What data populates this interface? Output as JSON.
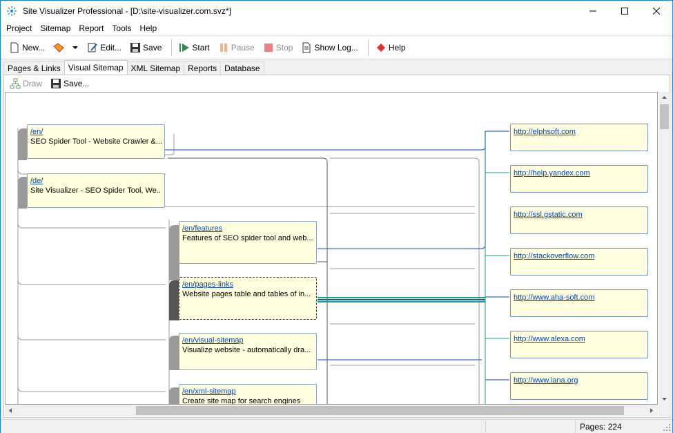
{
  "window": {
    "title": "Site Visualizer Professional - [D:\\site-visualizer.com.svz*]"
  },
  "menu": [
    "Project",
    "Sitemap",
    "Report",
    "Tools",
    "Help"
  ],
  "toolbar": {
    "new": "New...",
    "edit": "Edit...",
    "save": "Save",
    "start": "Start",
    "pause": "Pause",
    "stop": "Stop",
    "show_log": "Show Log...",
    "help": "Help"
  },
  "tabs": [
    "Pages & Links",
    "Visual Sitemap",
    "XML Sitemap",
    "Reports",
    "Database"
  ],
  "active_tab": "Visual Sitemap",
  "subtoolbar": {
    "draw": "Draw",
    "save": "Save..."
  },
  "pages": [
    {
      "url": "/en/",
      "desc": "SEO Spider Tool - Website Crawler &..."
    },
    {
      "url": "/de/",
      "desc": "Site Visualizer - SEO Spider Tool, We..."
    },
    {
      "url": "/en/features",
      "desc": "Features of SEO spider tool and web..."
    },
    {
      "url": "/en/pages-links",
      "desc": "Website pages table and tables of in..."
    },
    {
      "url": "/en/visual-sitemap",
      "desc": "Visualize website - automatically dra..."
    },
    {
      "url": "/en/xml-sitemap",
      "desc": "Create site map for search engines"
    }
  ],
  "external": [
    "http://elphsoft.com",
    "http://help.yandex.com",
    "http://ssl.gstatic.com",
    "http://stackoverflow.com",
    "http://www.aha-soft.com",
    "http://www.alexa.com",
    "http://www.iana.org"
  ],
  "status": {
    "pages": "Pages: 224"
  },
  "colors": {
    "accent": "#1883d7",
    "node_bg": "#ffffe0",
    "link_blue": "#4169e1",
    "link_green": "#10a37f"
  }
}
